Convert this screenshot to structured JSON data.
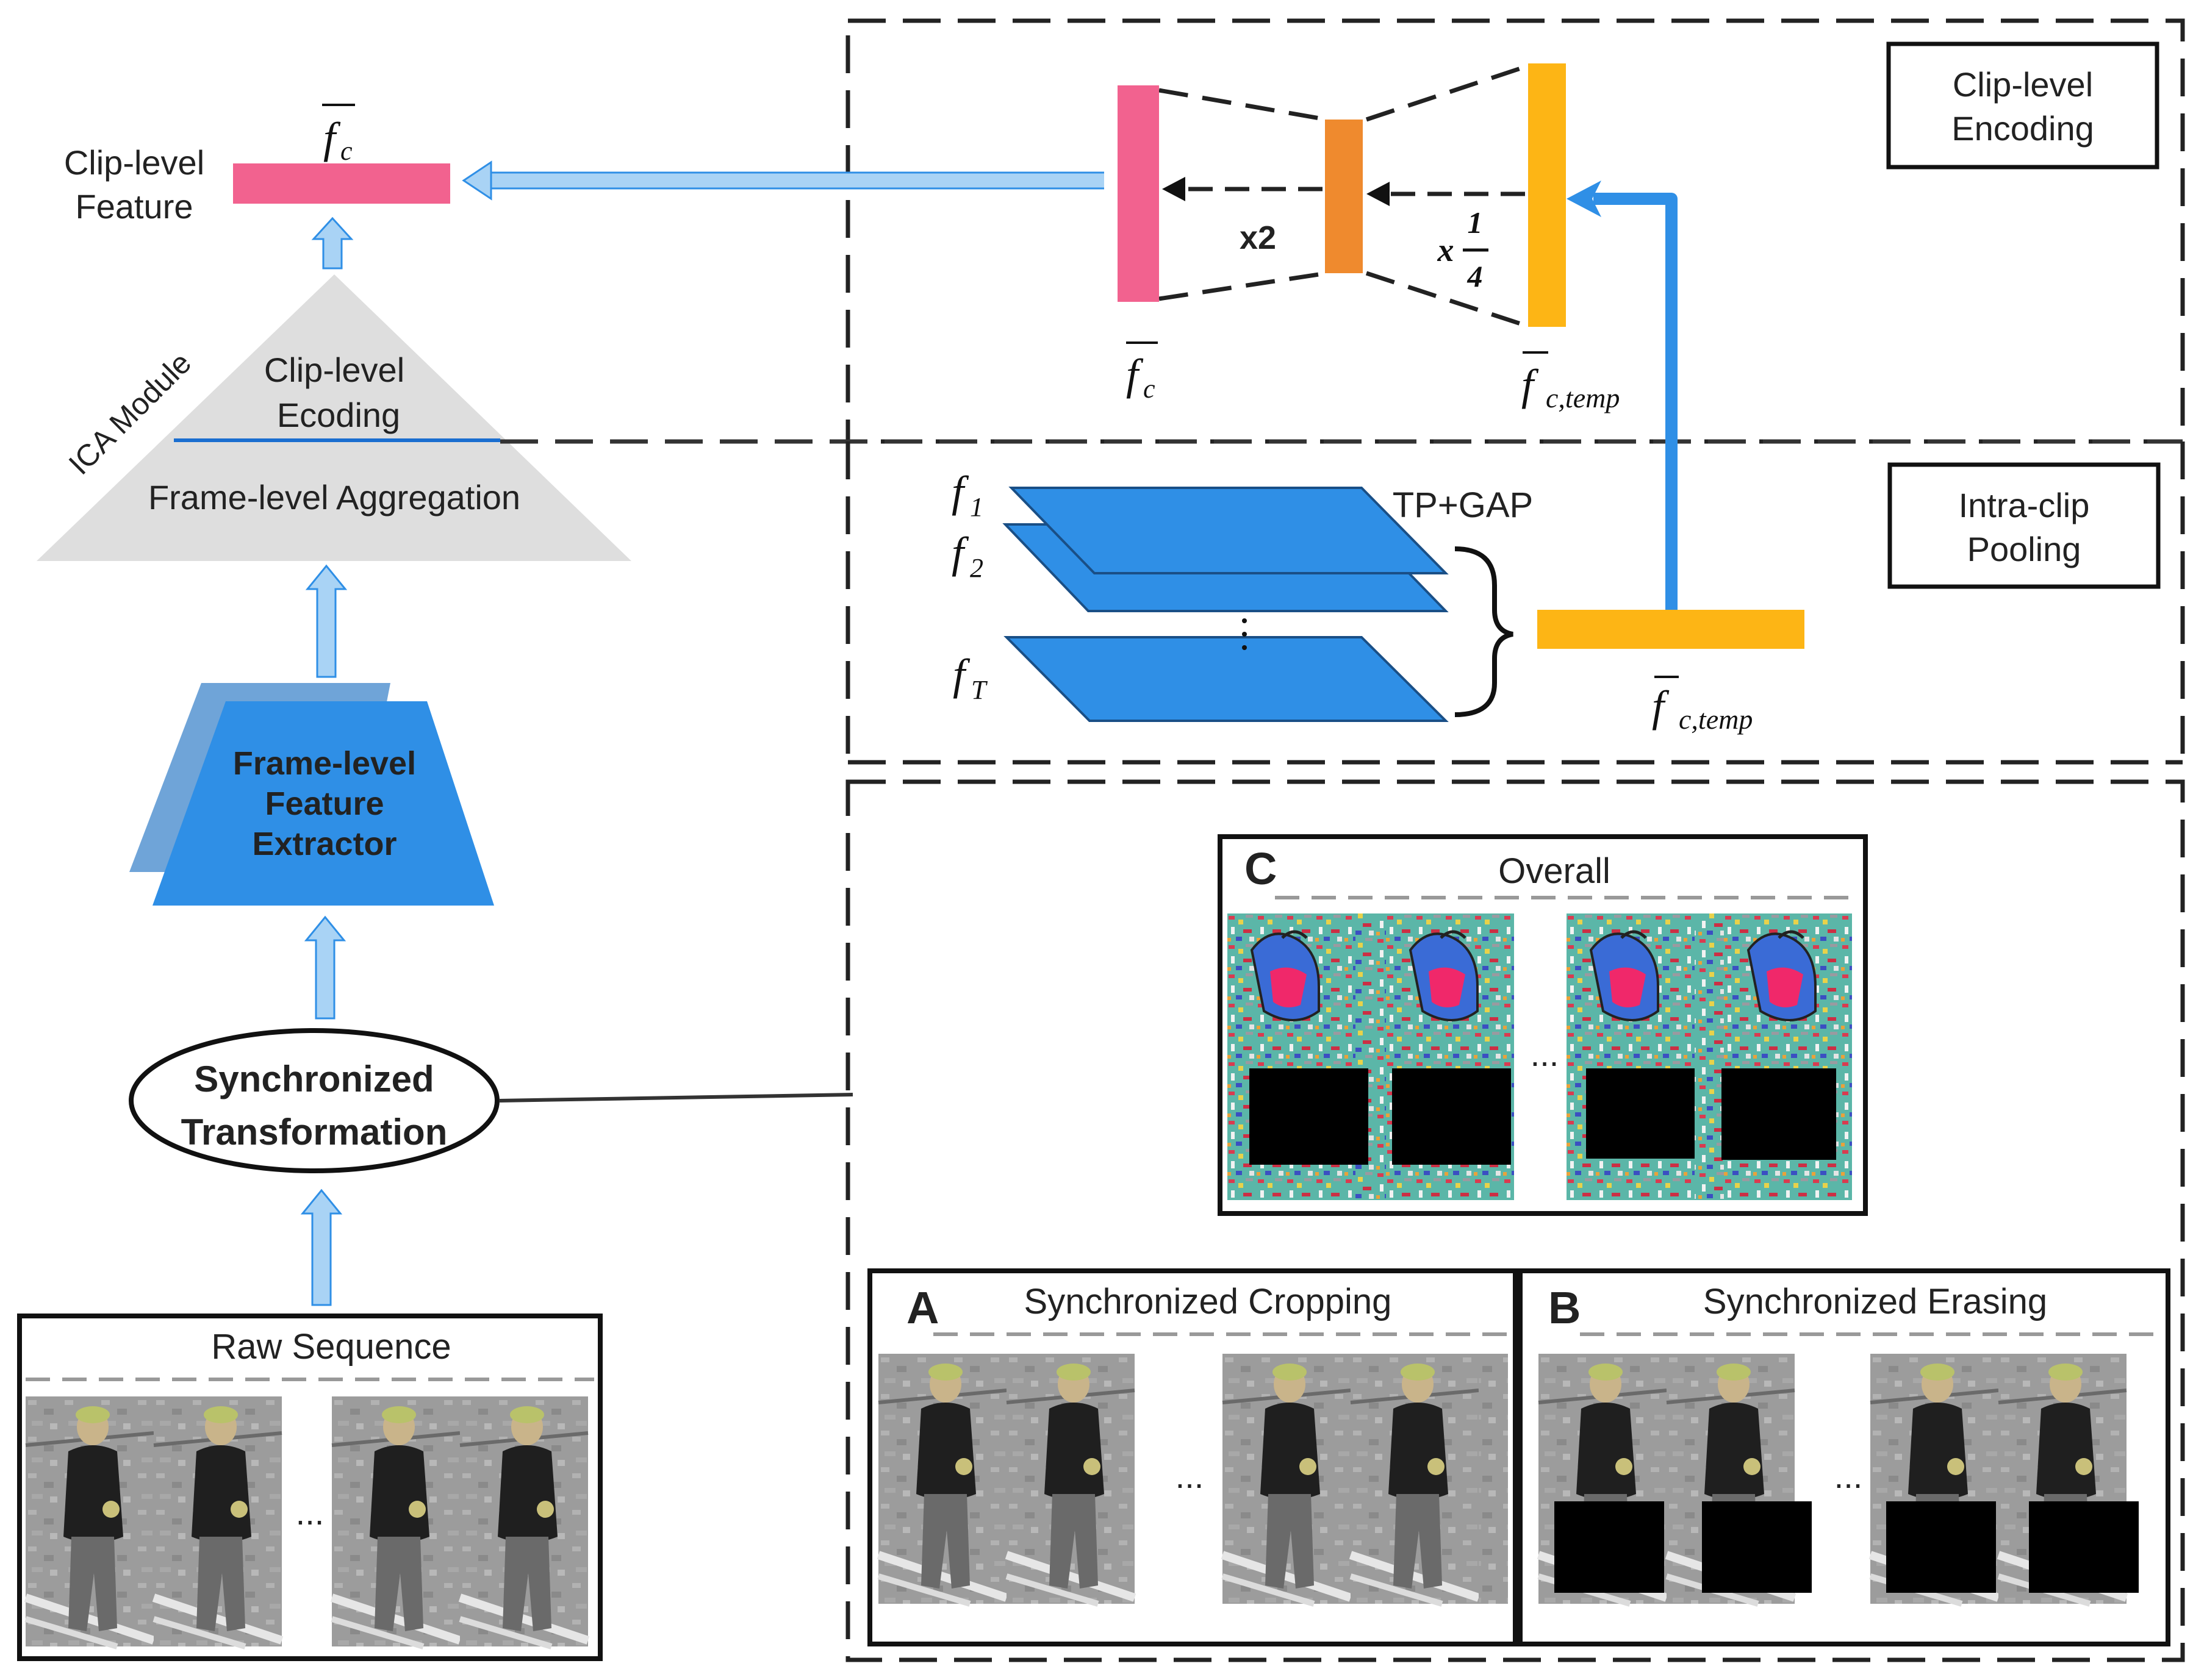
{
  "left": {
    "clip_feature_label_1": "Clip-level",
    "clip_feature_label_2": "Feature",
    "fc_symbol": "f",
    "fc_sub": "c",
    "ica_module": "ICA Module",
    "clip_encoding_1": "Clip-level",
    "clip_encoding_2": "Ecoding",
    "frame_aggregation": "Frame-level Aggregation",
    "extractor_1": "Frame-level",
    "extractor_2": "Feature",
    "extractor_3": "Extractor",
    "sync_1": "Synchronized",
    "sync_2": "Transformation",
    "raw_sequence": "Raw Sequence",
    "raw_ellipsis": "..."
  },
  "encoding": {
    "box_label_1": "Clip-level",
    "box_label_2": "Encoding",
    "x2": "x2",
    "xq_x": "x",
    "xq_num": "1",
    "xq_den": "4",
    "fc_symbol": "f",
    "fc_sub": "c",
    "ftemp_symbol": "f",
    "ftemp_sub": "c,temp"
  },
  "pooling": {
    "box_label_1": "Intra-clip",
    "box_label_2": "Pooling",
    "f1": "f",
    "f1_sub": "1",
    "f2": "f",
    "f2_sub": "2",
    "fT": "f",
    "fT_sub": "T",
    "tp_gap": "TP+GAP",
    "ftemp_symbol": "f",
    "ftemp_sub": "c,temp"
  },
  "augment": {
    "c_letter": "C",
    "c_title": "Overall",
    "a_letter": "A",
    "a_title": "Synchronized Cropping",
    "b_letter": "B",
    "b_title": "Synchronized Erasing",
    "ellipsis": "..."
  },
  "colors": {
    "pink": "#f2628f",
    "orange": "#ef8a2e",
    "yellow": "#fdb515",
    "blue": "#2f8fe6",
    "light_blue": "#a9d3f5",
    "gray": "#d9d9d9"
  }
}
